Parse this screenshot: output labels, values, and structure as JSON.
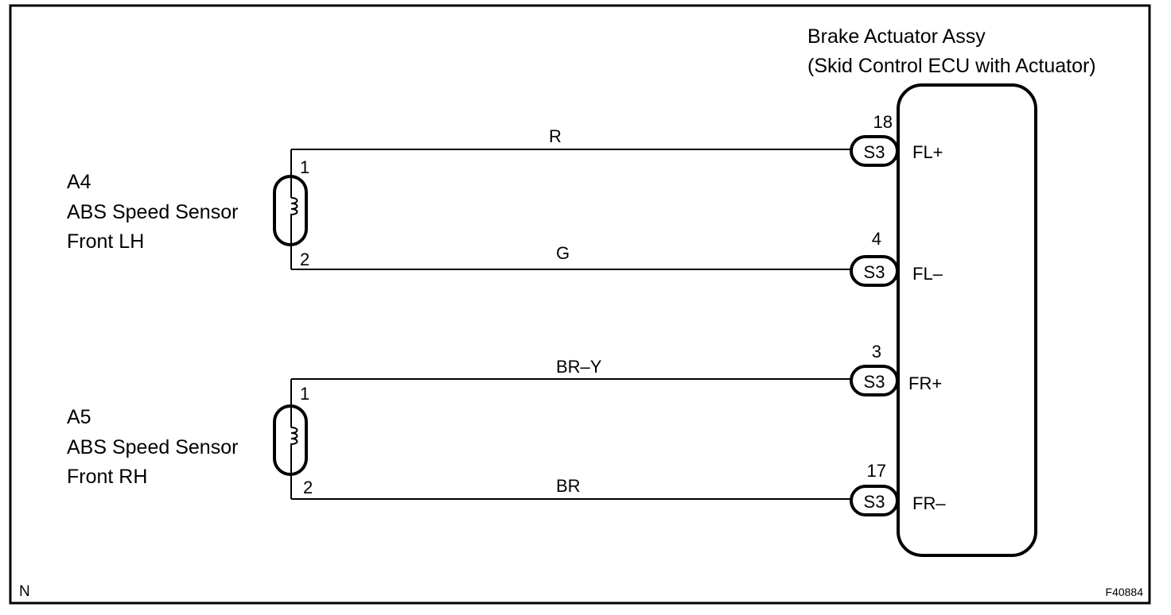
{
  "frame_letter": "N",
  "figure_code": "F40884",
  "ecu": {
    "title_line1": "Brake Actuator Assy",
    "title_line2": "(Skid Control ECU with Actuator)",
    "connector": "S3"
  },
  "sensors": [
    {
      "code": "A4",
      "name": "ABS Speed Sensor",
      "position": "Front LH",
      "pin_top": "1",
      "pin_bottom": "2"
    },
    {
      "code": "A5",
      "name": "ABS Speed Sensor",
      "position": "Front RH",
      "pin_top": "1",
      "pin_bottom": "2"
    }
  ],
  "wires": [
    {
      "color": "R",
      "ecu_pin": "18",
      "terminal": "FL+"
    },
    {
      "color": "G",
      "ecu_pin": "4",
      "terminal": "FL–"
    },
    {
      "color": "BR–Y",
      "ecu_pin": "3",
      "terminal": "FR+"
    },
    {
      "color": "BR",
      "ecu_pin": "17",
      "terminal": "FR–"
    }
  ]
}
